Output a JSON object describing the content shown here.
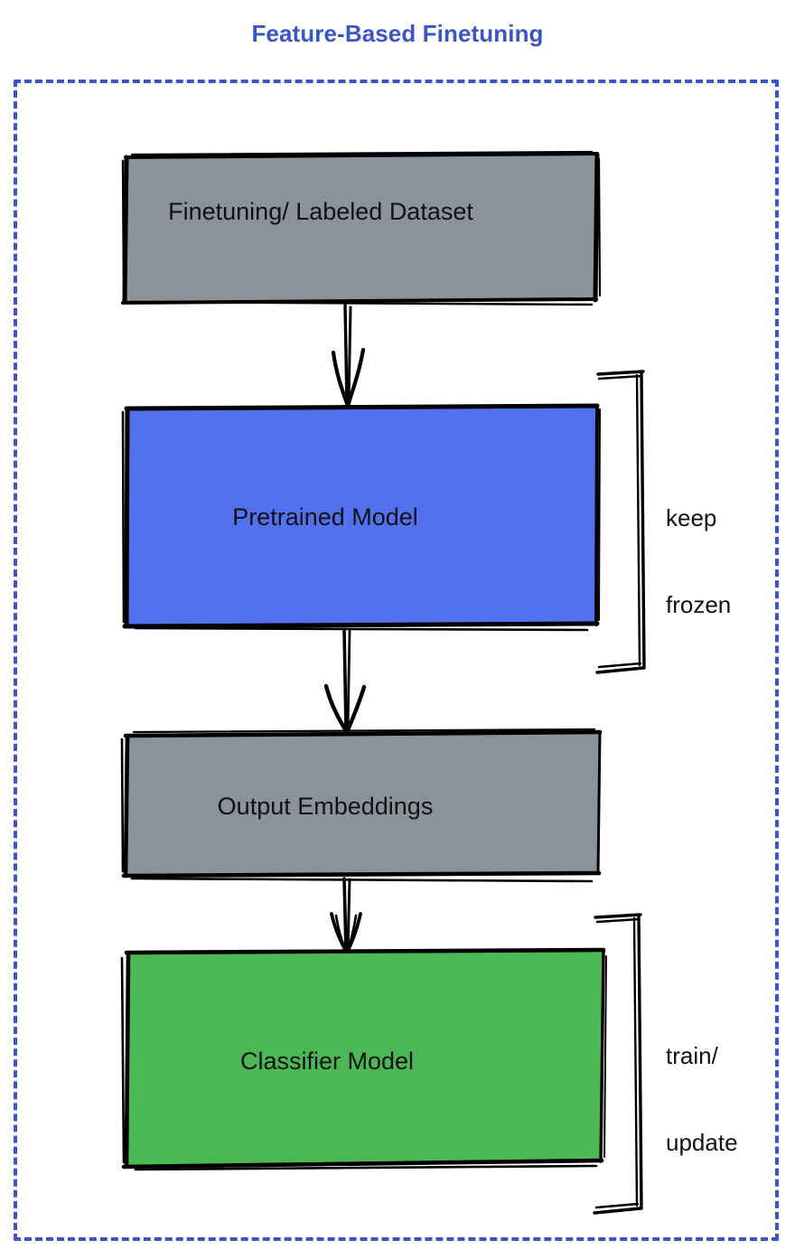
{
  "title": "Feature-Based Finetuning",
  "colors": {
    "title": "#3b55c4",
    "frame_dash": "#3b55c4",
    "dataset_fill": "#8b929b",
    "pretrained_fill": "#5271f0",
    "embeddings_fill": "#8b929b",
    "classifier_fill": "#4cb854",
    "stroke": "#000000",
    "text": "#111111"
  },
  "nodes": [
    {
      "id": "finetuning-dataset",
      "label": "Finetuning/ Labeled Dataset",
      "fill": "#8b929b",
      "kind": "data"
    },
    {
      "id": "pretrained-model",
      "label": "Pretrained Model",
      "fill": "#5271f0",
      "kind": "model"
    },
    {
      "id": "output-embeddings",
      "label": "Output Embeddings",
      "fill": "#8b929b",
      "kind": "data"
    },
    {
      "id": "classifier-model",
      "label": "Classifier Model",
      "fill": "#4cb854",
      "kind": "model"
    }
  ],
  "edges": [
    {
      "from": "finetuning-dataset",
      "to": "pretrained-model",
      "style": "arrow-down"
    },
    {
      "from": "pretrained-model",
      "to": "output-embeddings",
      "style": "arrow-down"
    },
    {
      "from": "output-embeddings",
      "to": "classifier-model",
      "style": "arrow-down"
    }
  ],
  "annotations": [
    {
      "id": "keep-frozen",
      "line1": "keep",
      "line2": "frozen",
      "target": "pretrained-model",
      "bracket": "right"
    },
    {
      "id": "train-update",
      "line1": "train/",
      "line2": "update",
      "target": "classifier-model",
      "bracket": "right"
    }
  ]
}
